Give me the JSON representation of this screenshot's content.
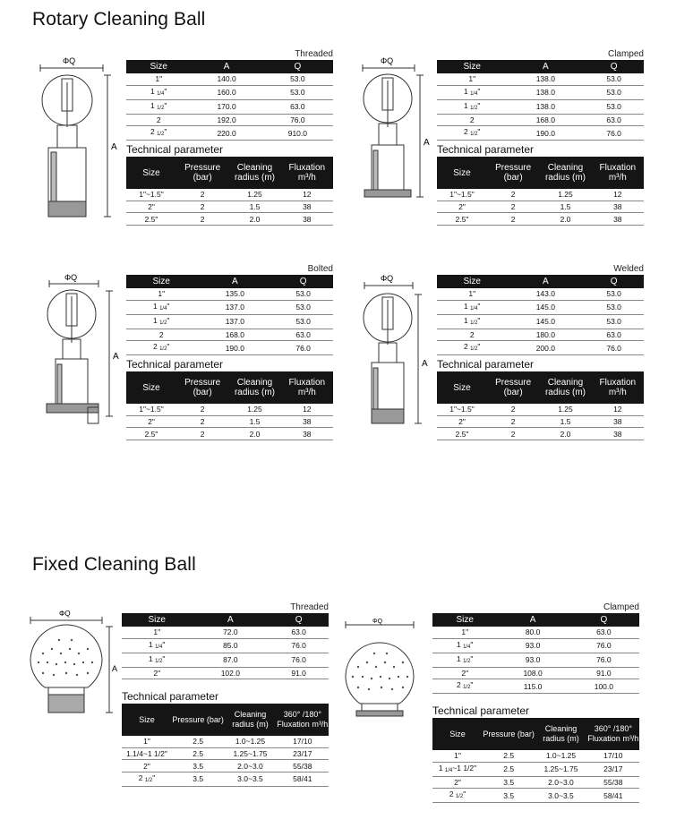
{
  "headings": {
    "rotary": "Rotary Cleaning Ball",
    "fixed": "Fixed Cleaning Ball"
  },
  "dim_labels": {
    "phi_q": "ΦQ",
    "a": "A"
  },
  "tech_label": "Technical parameter",
  "rotary": {
    "dim_headers": [
      "Size",
      "A",
      "Q"
    ],
    "tech_headers": [
      "Size",
      "Pressure (bar)",
      "Cleaning radius (m)",
      "Fluxation m³/h"
    ],
    "blocks": [
      {
        "connection": "Threaded",
        "dims": [
          {
            "size": "1\"",
            "a": "140.0",
            "q": "53.0"
          },
          {
            "size": "1 1/4\"",
            "a": "160.0",
            "q": "53.0"
          },
          {
            "size": "1 1/2\"",
            "a": "170.0",
            "q": "63.0"
          },
          {
            "size": "2",
            "a": "192.0",
            "q": "76.0"
          },
          {
            "size": "2 1/2\"",
            "a": "220.0",
            "q": "910.0"
          }
        ],
        "tech": [
          {
            "size": "1\"~1.5\"",
            "pressure": "2",
            "radius": "1.25",
            "flux": "12"
          },
          {
            "size": "2\"",
            "pressure": "2",
            "radius": "1.5",
            "flux": "38"
          },
          {
            "size": "2.5\"",
            "pressure": "2",
            "radius": "2.0",
            "flux": "38"
          }
        ]
      },
      {
        "connection": "Clamped",
        "dims": [
          {
            "size": "1\"",
            "a": "138.0",
            "q": "53.0"
          },
          {
            "size": "1 1/4\"",
            "a": "138.0",
            "q": "53.0"
          },
          {
            "size": "1 1/2\"",
            "a": "138.0",
            "q": "53.0"
          },
          {
            "size": "2",
            "a": "168.0",
            "q": "63.0"
          },
          {
            "size": "2 1/2\"",
            "a": "190.0",
            "q": "76.0"
          }
        ],
        "tech": [
          {
            "size": "1\"~1.5\"",
            "pressure": "2",
            "radius": "1.25",
            "flux": "12"
          },
          {
            "size": "2\"",
            "pressure": "2",
            "radius": "1.5",
            "flux": "38"
          },
          {
            "size": "2.5\"",
            "pressure": "2",
            "radius": "2.0",
            "flux": "38"
          }
        ]
      },
      {
        "connection": "Bolted",
        "dims": [
          {
            "size": "1\"",
            "a": "135.0",
            "q": "53.0"
          },
          {
            "size": "1 1/4\"",
            "a": "137.0",
            "q": "53.0"
          },
          {
            "size": "1 1/2\"",
            "a": "137.0",
            "q": "53.0"
          },
          {
            "size": "2",
            "a": "168.0",
            "q": "63.0"
          },
          {
            "size": "2 1/2\"",
            "a": "190.0",
            "q": "76.0"
          }
        ],
        "tech": [
          {
            "size": "1\"~1.5\"",
            "pressure": "2",
            "radius": "1.25",
            "flux": "12"
          },
          {
            "size": "2\"",
            "pressure": "2",
            "radius": "1.5",
            "flux": "38"
          },
          {
            "size": "2.5\"",
            "pressure": "2",
            "radius": "2.0",
            "flux": "38"
          }
        ]
      },
      {
        "connection": "Welded",
        "dims": [
          {
            "size": "1\"",
            "a": "143.0",
            "q": "53.0"
          },
          {
            "size": "1 1/4\"",
            "a": "145.0",
            "q": "53.0"
          },
          {
            "size": "1 1/2\"",
            "a": "145.0",
            "q": "53.0"
          },
          {
            "size": "2",
            "a": "180.0",
            "q": "63.0"
          },
          {
            "size": "2 1/2\"",
            "a": "200.0",
            "q": "76.0"
          }
        ],
        "tech": [
          {
            "size": "1\"~1.5\"",
            "pressure": "2",
            "radius": "1.25",
            "flux": "12"
          },
          {
            "size": "2\"",
            "pressure": "2",
            "radius": "1.5",
            "flux": "38"
          },
          {
            "size": "2.5\"",
            "pressure": "2",
            "radius": "2.0",
            "flux": "38"
          }
        ]
      }
    ]
  },
  "fixed": {
    "dim_headers": [
      "Size",
      "A",
      "Q"
    ],
    "tech_headers": [
      "Size",
      "Pressure (bar)",
      "Cleaning radius (m)",
      "360° /180° Fluxation m³/h"
    ],
    "blocks": [
      {
        "connection": "Threaded",
        "dims": [
          {
            "size": "1\"",
            "a": "72.0",
            "q": "63.0"
          },
          {
            "size": "1 1/4\"",
            "a": "85.0",
            "q": "76.0"
          },
          {
            "size": "1 1/2\"",
            "a": "87.0",
            "q": "76.0"
          },
          {
            "size": "2\"",
            "a": "102.0",
            "q": "91.0"
          }
        ],
        "tech": [
          {
            "size": "1\"",
            "pressure": "2.5",
            "radius": "1.0~1.25",
            "flux": "17/10"
          },
          {
            "size": "1.1/4~1 1/2\"",
            "pressure": "2.5",
            "radius": "1.25~1.75",
            "flux": "23/17"
          },
          {
            "size": "2\"",
            "pressure": "3.5",
            "radius": "2.0~3.0",
            "flux": "55/38"
          },
          {
            "size": "2 1/2\"",
            "pressure": "3.5",
            "radius": "3.0~3.5",
            "flux": "58/41"
          }
        ]
      },
      {
        "connection": "Clamped",
        "dims": [
          {
            "size": "1\"",
            "a": "80.0",
            "q": "63.0"
          },
          {
            "size": "1 1/4\"",
            "a": "93.0",
            "q": "76.0"
          },
          {
            "size": "1 1/2\"",
            "a": "93.0",
            "q": "76.0"
          },
          {
            "size": "2\"",
            "a": "108.0",
            "q": "91.0"
          },
          {
            "size": "2 1/2\"",
            "a": "115.0",
            "q": "100.0"
          }
        ],
        "tech": [
          {
            "size": "1\"",
            "pressure": "2.5",
            "radius": "1.0~1.25",
            "flux": "17/10"
          },
          {
            "size": "1 1/4~1 1/2\"",
            "pressure": "2.5",
            "radius": "1.25~1.75",
            "flux": "23/17"
          },
          {
            "size": "2\"",
            "pressure": "3.5",
            "radius": "2.0~3.0",
            "flux": "55/38"
          },
          {
            "size": "2 1/2\"",
            "pressure": "3.5",
            "radius": "3.0~3.5",
            "flux": "58/41"
          }
        ]
      }
    ]
  }
}
